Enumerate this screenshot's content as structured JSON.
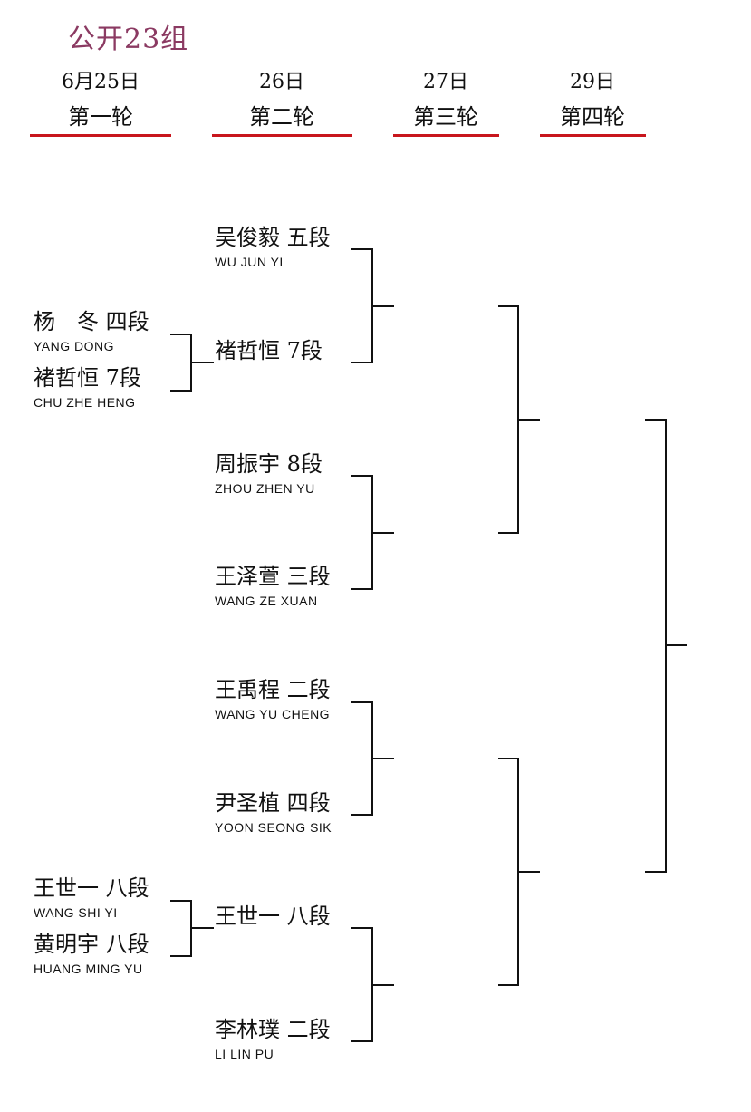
{
  "group_title": "公开23组",
  "rounds": [
    {
      "date": "6月25日",
      "name": "第一轮"
    },
    {
      "date": "26日",
      "name": "第二轮"
    },
    {
      "date": "27日",
      "name": "第三轮"
    },
    {
      "date": "29日",
      "name": "第四轮"
    }
  ],
  "round1": [
    {
      "name": "杨　冬 四段",
      "en": "YANG DONG"
    },
    {
      "name": "褚哲恒 7段",
      "en": "CHU ZHE HENG"
    },
    {
      "name": "王世一 八段",
      "en": "WANG SHI YI"
    },
    {
      "name": "黄明宇 八段",
      "en": "HUANG MING YU"
    }
  ],
  "round2": [
    {
      "name": "吴俊毅 五段",
      "en": "WU JUN YI"
    },
    {
      "name": "褚哲恒 7段",
      "en": ""
    },
    {
      "name": "周振宇 8段",
      "en": "ZHOU ZHEN YU"
    },
    {
      "name": "王泽萱 三段",
      "en": "WANG ZE XUAN"
    },
    {
      "name": "王禹程 二段",
      "en": "WANG YU CHENG"
    },
    {
      "name": "尹圣植 四段",
      "en": "YOON SEONG SIK"
    },
    {
      "name": "王世一 八段",
      "en": ""
    },
    {
      "name": "李林璞 二段",
      "en": "LI LIN PU"
    }
  ]
}
